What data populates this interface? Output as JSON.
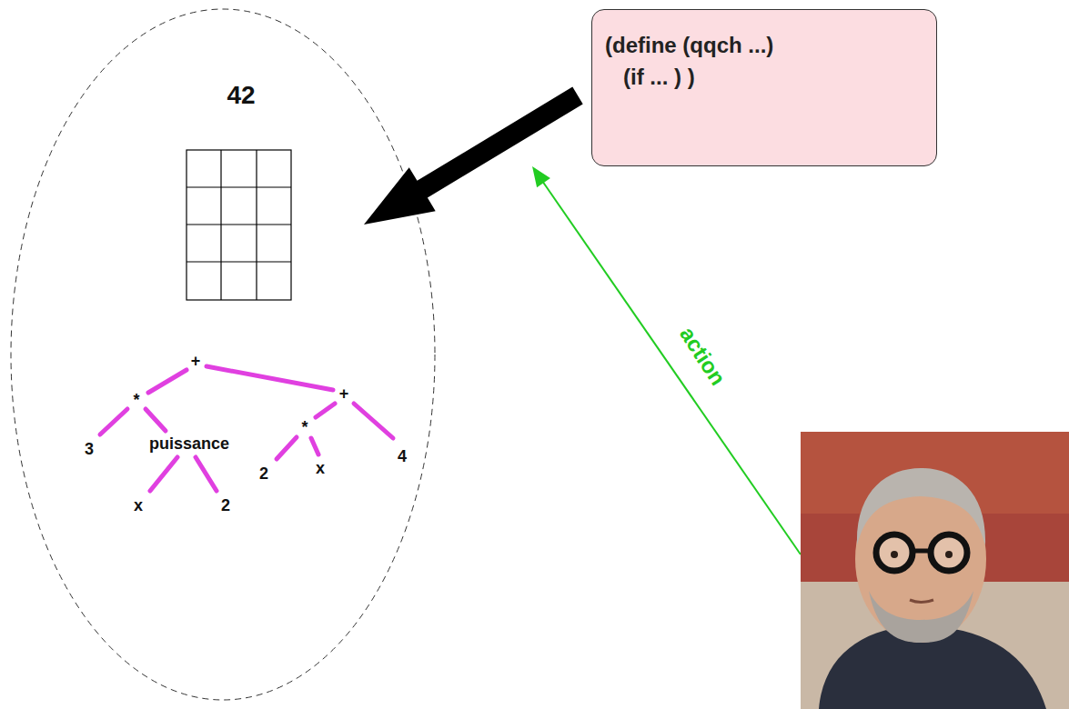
{
  "diagram": {
    "nodes": [
      {
        "text": [
          "(define (qqch ...)",
          "(if ... ) )"
        ]
      }
    ],
    "labels": [
      "42",
      "+",
      "*",
      "+",
      "3",
      "puissance",
      "*",
      "4",
      "x",
      "2",
      "2",
      "x",
      "action"
    ]
  }
}
